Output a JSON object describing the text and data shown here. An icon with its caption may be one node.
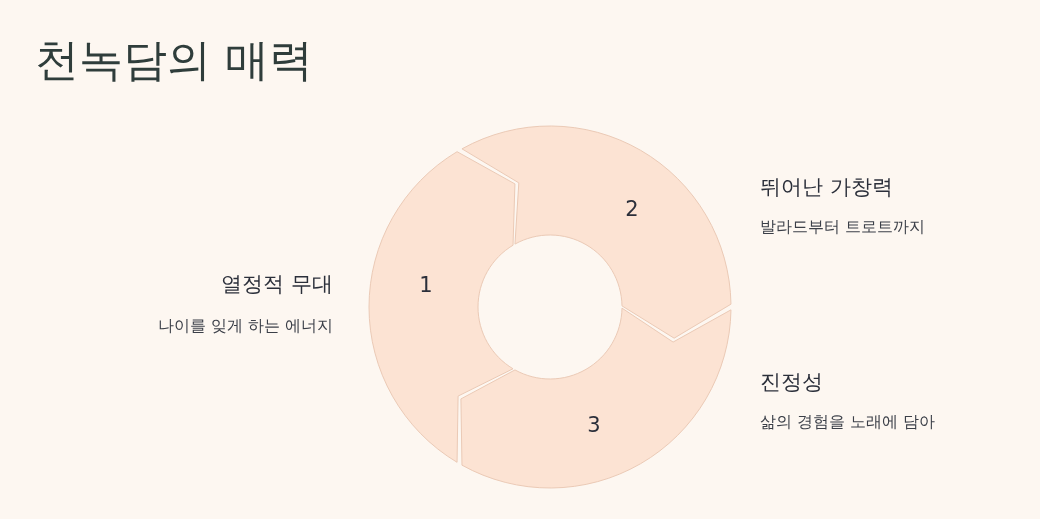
{
  "diagram": {
    "title": "천녹담의 매력",
    "nodes": [
      {
        "text": [
          "1"
        ],
        "beside": [
          "열정적 무대",
          "나이를 잊게 하는 에너지"
        ]
      },
      {
        "text": [
          "2"
        ],
        "beside": [
          "뛰어난 가창력",
          "발라드부터 트로트까지"
        ]
      },
      {
        "text": [
          "3"
        ],
        "beside": [
          "진정성",
          "삶의 경험을 노래에 담아"
        ]
      }
    ]
  }
}
